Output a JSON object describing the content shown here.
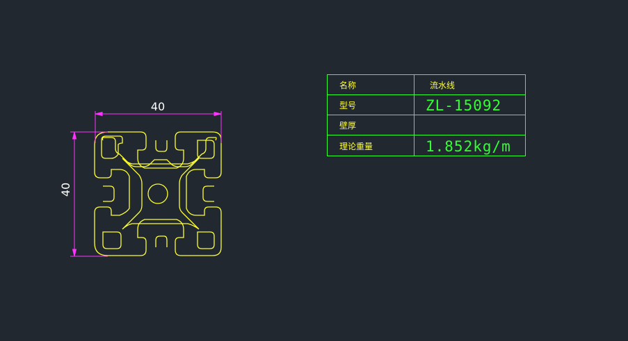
{
  "drawing": {
    "dimension_width_label": "40",
    "dimension_height_label": "40",
    "colors": {
      "background": "#212830",
      "profile": "#ffff33",
      "dimension": "#ff33ff",
      "table": "#33ff33"
    }
  },
  "spec_table": {
    "rows": [
      {
        "label": "名称",
        "value": "流水线"
      },
      {
        "label": "型号",
        "value": "ZL-15092"
      },
      {
        "label": "壁厚",
        "value": ""
      },
      {
        "label": "理论重量",
        "value": "1.852kg/m"
      }
    ]
  }
}
